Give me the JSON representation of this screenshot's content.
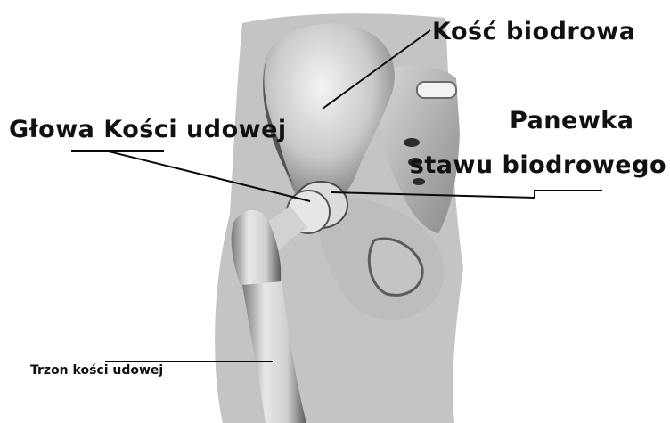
{
  "labels": {
    "hip_bone": "Kość biodrowa",
    "femoral_head": "Głowa Kości udowej",
    "acetabulum_line1": "Panewka",
    "acetabulum_line2": "stawu biodrowego",
    "femoral_shaft": "Trzon kości udowej"
  }
}
